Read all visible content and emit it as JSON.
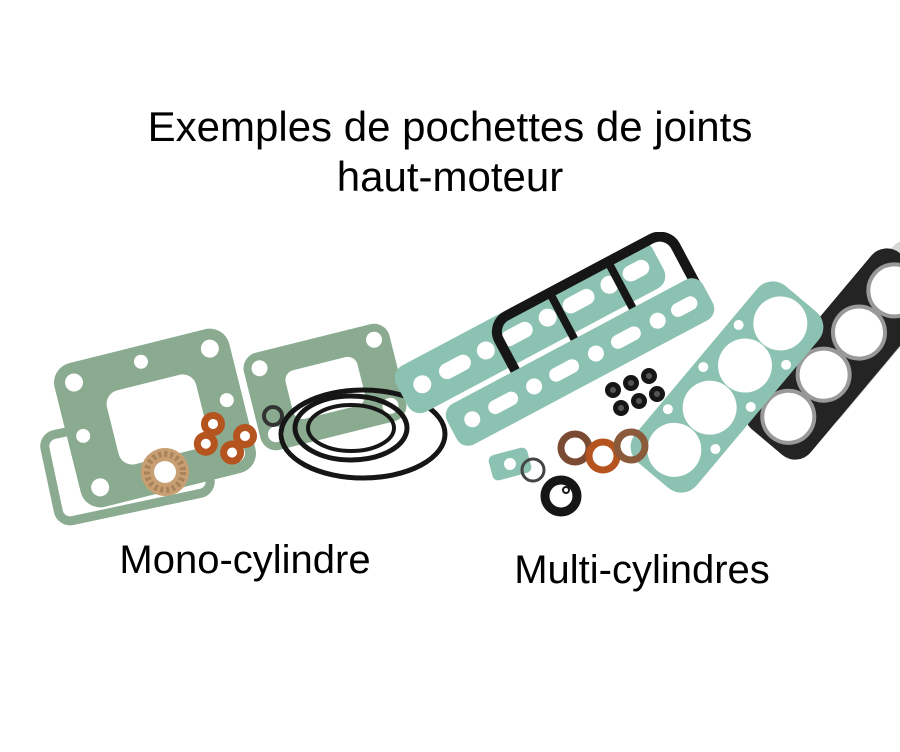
{
  "title": {
    "line1": "Exemples de pochettes de joints",
    "line2": "haut-moteur"
  },
  "figures": {
    "left": {
      "caption": "Mono-cylindre"
    },
    "right": {
      "caption": "Multi-cylindres"
    }
  },
  "colors": {
    "gasket-green": "#8aab90",
    "gasket-teal": "#8cc2b2",
    "copper": "#b5541f",
    "tan-fiber": "#c79f72",
    "rubber-black": "#161616",
    "metal-gray": "#d6d6d6"
  }
}
